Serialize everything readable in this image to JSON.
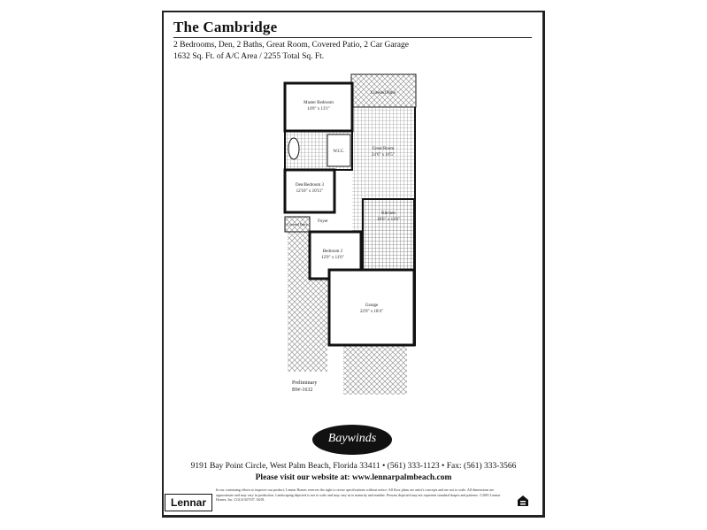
{
  "header": {
    "title": "The Cambridge",
    "features": "2 Bedrooms, Den, 2 Baths, Great Room, Covered Patio, 2 Car Garage",
    "area": "1632 Sq. Ft. of A/C Area / 2255 Total Sq. Ft."
  },
  "plan": {
    "covered_patio": "Covered Patio",
    "master_bedroom": {
      "name": "Master Bedroom",
      "size": "14'0\" x 13'1\""
    },
    "wic": "W.I.C.",
    "great_room": {
      "name": "Great Room",
      "size": "24'6\" x 16'5\""
    },
    "den": {
      "name": "Den/Bedroom 3",
      "size": "12'10\" x 10'11\""
    },
    "kitchen": {
      "name": "Kitchen",
      "size": "16'6\" x 11'8\""
    },
    "covered_entry": "Covered Entry",
    "foyer": "Foyer",
    "bedroom2": {
      "name": "Bedroom 2",
      "size": "12'0\" x 11'0\""
    },
    "garage": {
      "name": "Garage",
      "size": "22'0\" x 18'4\""
    },
    "preliminary": "Preliminary",
    "model_code": "BW-1632"
  },
  "footer": {
    "community_logo": "Baywinds",
    "address": "9191 Bay Point Circle, West Palm Beach, Florida 33411 • (561) 333-1123 • Fax: (561) 333-3566",
    "website": "Please visit our website at: www.lennarpalmbeach.com",
    "disclaimer": "In our continuing efforts to improve our product, Lennar Homes reserves the right to revise specifications without notice. All floor plans are artist's concepts and are not to scale. All dimensions are approximate and may vary in production. Landscaping depicted is not to scale and may vary as to maturity and number. Persons depicted may not represent standard shapes and patterns. ©2001 Lennar Homes, Inc. CGC# 047107. 04/01.",
    "builder_logo": "Lennar"
  }
}
